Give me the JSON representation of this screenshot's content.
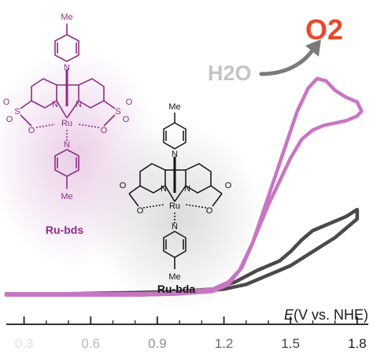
{
  "chart_data": {
    "type": "line",
    "xlabel_italic": "E",
    "xlabel_rest": "(V vs. NHE)",
    "ylabel": "",
    "title": "",
    "xlim": [
      0.22,
      1.85
    ],
    "ylim": [
      -0.05,
      1.0
    ],
    "xticks": [
      0.3,
      0.6,
      0.9,
      1.2,
      1.5,
      1.8
    ],
    "xtick_labels": [
      "0.3",
      "0.6",
      "0.9",
      "1.2",
      "1.5",
      "1.8"
    ],
    "grid": false,
    "legend": "none",
    "series": [
      {
        "name": "Ru-bda",
        "color": "#4a4a4a",
        "x": [
          0.22,
          0.5,
          0.8,
          1.0,
          1.15,
          1.25,
          1.35,
          1.45,
          1.5,
          1.55,
          1.6,
          1.65,
          1.7,
          1.75,
          1.8,
          1.8,
          1.75,
          1.7,
          1.6,
          1.5,
          1.45,
          1.4,
          1.3,
          1.2,
          1.1,
          1.0,
          0.8,
          0.5,
          0.3,
          0.22
        ],
        "y": [
          0.02,
          0.02,
          0.025,
          0.03,
          0.04,
          0.07,
          0.12,
          0.16,
          0.2,
          0.25,
          0.29,
          0.31,
          0.33,
          0.35,
          0.38,
          0.34,
          0.3,
          0.26,
          0.2,
          0.14,
          0.12,
          0.1,
          0.06,
          0.04,
          0.03,
          0.02,
          0.015,
          0.015,
          0.015,
          0.015
        ]
      },
      {
        "name": "Ru-bds",
        "color": "#c875c4",
        "x": [
          0.22,
          0.5,
          0.8,
          1.0,
          1.15,
          1.22,
          1.28,
          1.33,
          1.38,
          1.43,
          1.48,
          1.53,
          1.58,
          1.62,
          1.66,
          1.7,
          1.75,
          1.8,
          1.82,
          1.8,
          1.75,
          1.7,
          1.65,
          1.6,
          1.55,
          1.5,
          1.45,
          1.4,
          1.33,
          1.27,
          1.22,
          1.15,
          1.0,
          0.8,
          0.5,
          0.22
        ],
        "y": [
          0.02,
          0.02,
          0.02,
          0.025,
          0.04,
          0.07,
          0.13,
          0.24,
          0.38,
          0.52,
          0.66,
          0.8,
          0.9,
          0.94,
          0.93,
          0.89,
          0.86,
          0.84,
          0.8,
          0.78,
          0.76,
          0.75,
          0.74,
          0.72,
          0.68,
          0.6,
          0.5,
          0.4,
          0.24,
          0.12,
          0.06,
          0.03,
          0.02,
          0.015,
          0.015,
          0.015
        ]
      }
    ]
  },
  "annotations": {
    "product": "O2",
    "reactant": "H2O",
    "arrow_icon": "curved-arrow-icon"
  },
  "molecules": {
    "bds": {
      "label": "Ru-bds",
      "color": "#8e2d86",
      "metal": "Ru",
      "methyl": "Me",
      "sulfur": "S",
      "oxygen": "O",
      "nitrogen": "N"
    },
    "bda": {
      "label": "Ru-bda",
      "color": "#111111",
      "metal": "Ru",
      "methyl": "Me",
      "oxygen": "O",
      "nitrogen": "N"
    }
  },
  "colors": {
    "axis": "#333333",
    "bds_glow": "#d9a6d6",
    "bda_glow": "#bdbdbd",
    "o2": "#e8492c",
    "h2o": "#c4c4c4"
  }
}
